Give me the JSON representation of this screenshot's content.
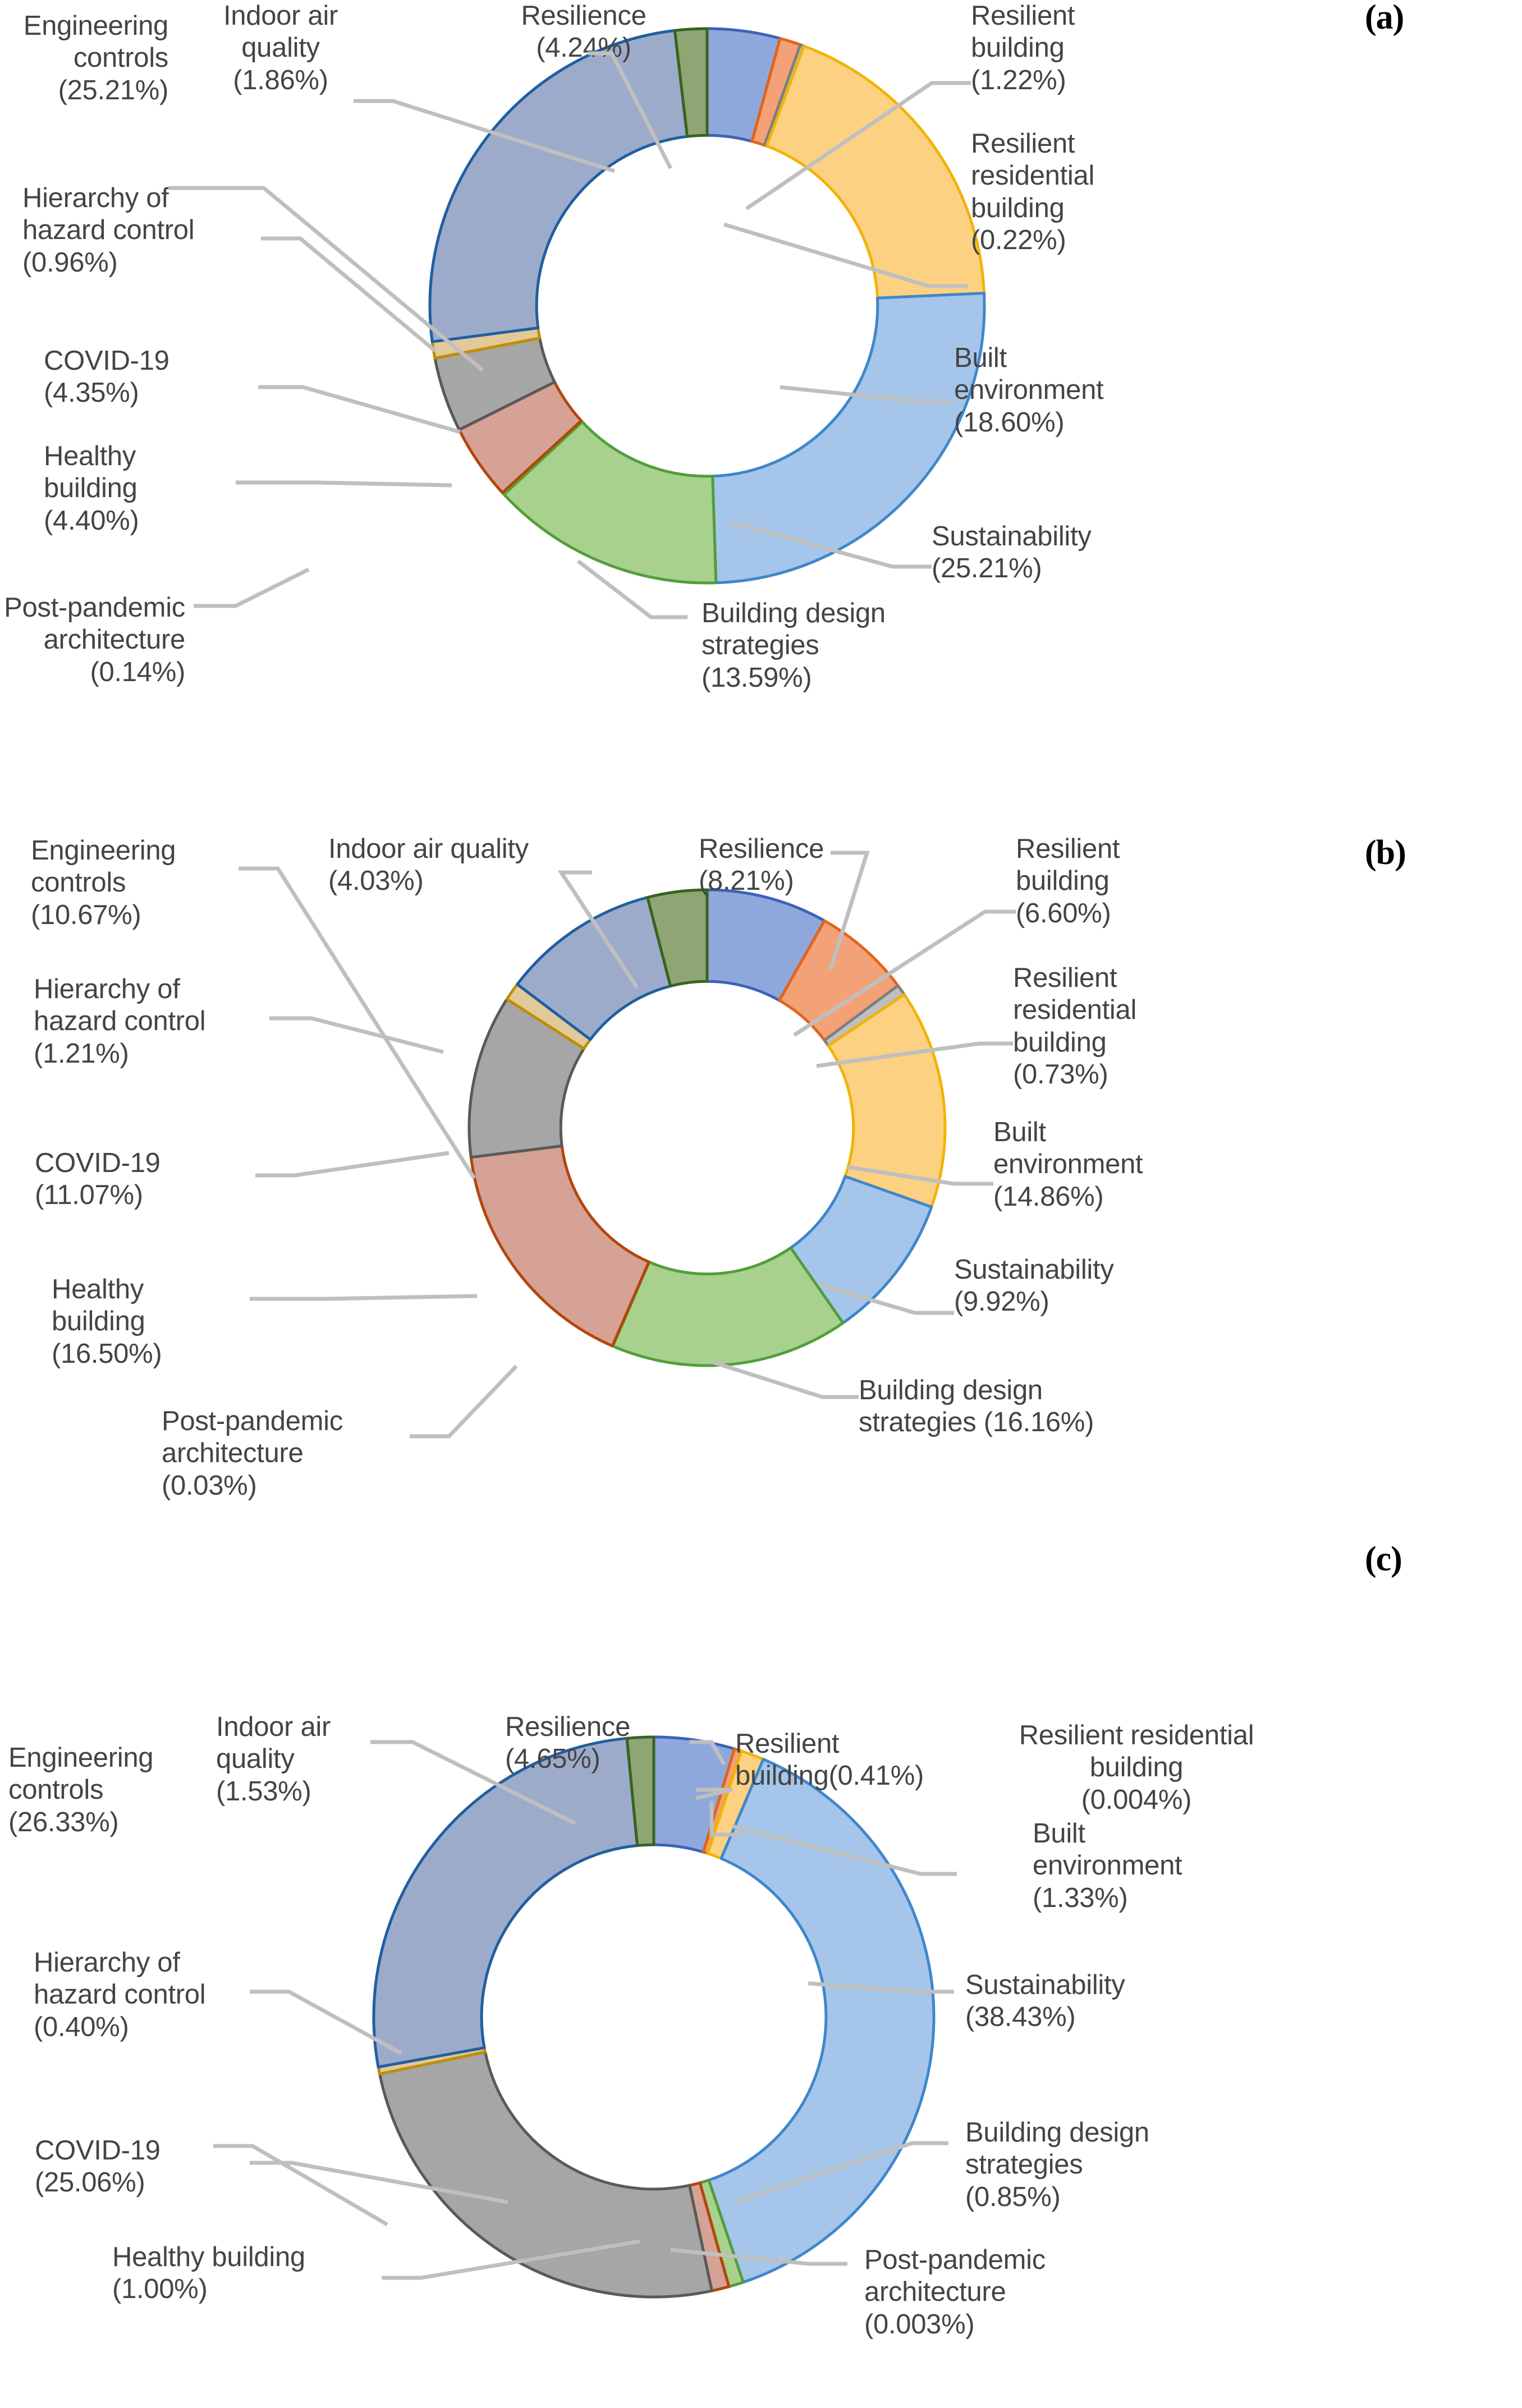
{
  "figure": {
    "panels": [
      {
        "letter": "(a)"
      },
      {
        "letter": "(b)"
      },
      {
        "letter": "(c)"
      }
    ]
  },
  "labels": {
    "a": {
      "engineering_controls": "Engineering\ncontrols\n(25.21%)",
      "indoor_air_quality": "Indoor air\nquality\n(1.86%)",
      "resilience": "Resilience\n(4.24%)",
      "resilient_building": "Resilient\nbuilding\n(1.22%)",
      "resilient_residential_building": "Resilient\nresidential\nbuilding\n(0.22%)",
      "built_environment": "Built\nenvironment\n(18.60%)",
      "sustainability": "Sustainability\n(25.21%)",
      "building_design_strategies": "Building design\nstrategies\n(13.59%)",
      "post_pandemic_architecture": "Post-pandemic\narchitecture\n(0.14%)",
      "healthy_building": "Healthy\nbuilding\n(4.40%)",
      "covid_19": "COVID-19\n(4.35%)",
      "hierarchy_of_hazard_control": "Hierarchy of\nhazard control\n(0.96%)"
    },
    "b": {
      "engineering_controls": "Engineering\ncontrols\n(10.67%)",
      "indoor_air_quality": "Indoor air quality\n(4.03%)",
      "resilience": "Resilience\n(8.21%)",
      "resilient_building": "Resilient\nbuilding\n(6.60%)",
      "resilient_residential_building": "Resilient\nresidential\nbuilding\n(0.73%)",
      "built_environment": "Built\nenvironment\n(14.86%)",
      "sustainability": "Sustainability\n(9.92%)",
      "building_design_strategies": "Building design\nstrategies (16.16%)",
      "post_pandemic_architecture": "Post-pandemic\narchitecture\n(0.03%)",
      "healthy_building": "Healthy\nbuilding\n(16.50%)",
      "covid_19": "COVID-19\n(11.07%)",
      "hierarchy_of_hazard_control": "Hierarchy of\nhazard control\n(1.21%)"
    },
    "c": {
      "engineering_controls": "Engineering\ncontrols\n(26.33%)",
      "indoor_air_quality": "Indoor air\nquality\n(1.53%)",
      "resilience": "Resilience\n(4.65%)",
      "resilient_building": "Resilient\nbuilding(0.41%)",
      "resilient_residential_building": "Resilient residential\nbuilding\n(0.004%)",
      "built_environment": "Built\nenvironment\n(1.33%)",
      "sustainability": "Sustainability\n(38.43%)",
      "building_design_strategies": "Building design\nstrategies\n(0.85%)",
      "post_pandemic_architecture": "Post-pandemic\narchitecture\n(0.003%)",
      "healthy_building": "Healthy building\n(1.00%)",
      "covid_19": "COVID-19\n(25.06%)",
      "hierarchy_of_hazard_control": "Hierarchy of\nhazard control\n(0.40%)"
    }
  },
  "palette": {
    "engineering_controls": {
      "fill": "#9DABCB",
      "stroke": "#1F5FA0"
    },
    "indoor_air_quality": {
      "fill": "#8FA573",
      "stroke": "#38631F"
    },
    "resilience": {
      "fill": "#8FA8DC",
      "stroke": "#3B63B8"
    },
    "resilient_building": {
      "fill": "#F3A177",
      "stroke": "#E2641B"
    },
    "resilient_residential_building": {
      "fill": "#BFBFBF",
      "stroke": "#7F7F7F"
    },
    "built_environment": {
      "fill": "#FCD182",
      "stroke": "#F2B307"
    },
    "sustainability": {
      "fill": "#A5C6EA",
      "stroke": "#3E87CB"
    },
    "building_design_strategies": {
      "fill": "#A9D18E",
      "stroke": "#529E3B"
    },
    "post_pandemic_architecture": {
      "fill": "#C6E0B4",
      "stroke": "#4EA72E"
    },
    "healthy_building": {
      "fill": "#D5A295",
      "stroke": "#B5450C"
    },
    "covid_19": {
      "fill": "#A6A6A6",
      "stroke": "#595959"
    },
    "hierarchy_of_hazard_control": {
      "fill": "#E3C89A",
      "stroke": "#BF8F00"
    }
  },
  "chart_data": [
    {
      "panel": "(a)",
      "type": "pie",
      "subtype": "doughnut",
      "title": "",
      "start_angle_deg": 0,
      "direction": "clockwise",
      "legend": "labels-with-leader-lines",
      "categories": [
        "Resilience",
        "Resilient building",
        "Resilient residential building",
        "Built environment",
        "Sustainability",
        "Building design strategies",
        "Post-pandemic architecture",
        "Healthy building",
        "COVID-19",
        "Hierarchy of hazard control",
        "Engineering controls",
        "Indoor air quality"
      ],
      "values": [
        4.24,
        1.22,
        0.22,
        18.6,
        25.21,
        13.59,
        0.14,
        4.4,
        4.35,
        0.96,
        25.21,
        1.86
      ],
      "unit": "%"
    },
    {
      "panel": "(b)",
      "type": "pie",
      "subtype": "doughnut",
      "title": "",
      "start_angle_deg": 0,
      "direction": "clockwise",
      "legend": "labels-with-leader-lines",
      "categories": [
        "Resilience",
        "Resilient building",
        "Resilient residential building",
        "Built environment",
        "Sustainability",
        "Building design strategies",
        "Post-pandemic architecture",
        "Healthy building",
        "COVID-19",
        "Hierarchy of hazard control",
        "Engineering controls",
        "Indoor air quality"
      ],
      "values": [
        8.21,
        6.6,
        0.73,
        14.86,
        9.92,
        16.16,
        0.03,
        16.5,
        11.07,
        1.21,
        10.67,
        4.03
      ],
      "unit": "%"
    },
    {
      "panel": "(c)",
      "type": "pie",
      "subtype": "doughnut",
      "title": "",
      "start_angle_deg": 0,
      "direction": "clockwise",
      "legend": "labels-with-leader-lines",
      "categories": [
        "Resilience",
        "Resilient building",
        "Resilient residential building",
        "Built environment",
        "Sustainability",
        "Building design strategies",
        "Post-pandemic architecture",
        "Healthy building",
        "COVID-19",
        "Hierarchy of hazard control",
        "Engineering controls",
        "Indoor air quality"
      ],
      "values": [
        4.65,
        0.41,
        0.004,
        1.33,
        38.43,
        0.85,
        0.003,
        1.0,
        25.06,
        0.4,
        26.33,
        1.53
      ],
      "unit": "%"
    }
  ]
}
